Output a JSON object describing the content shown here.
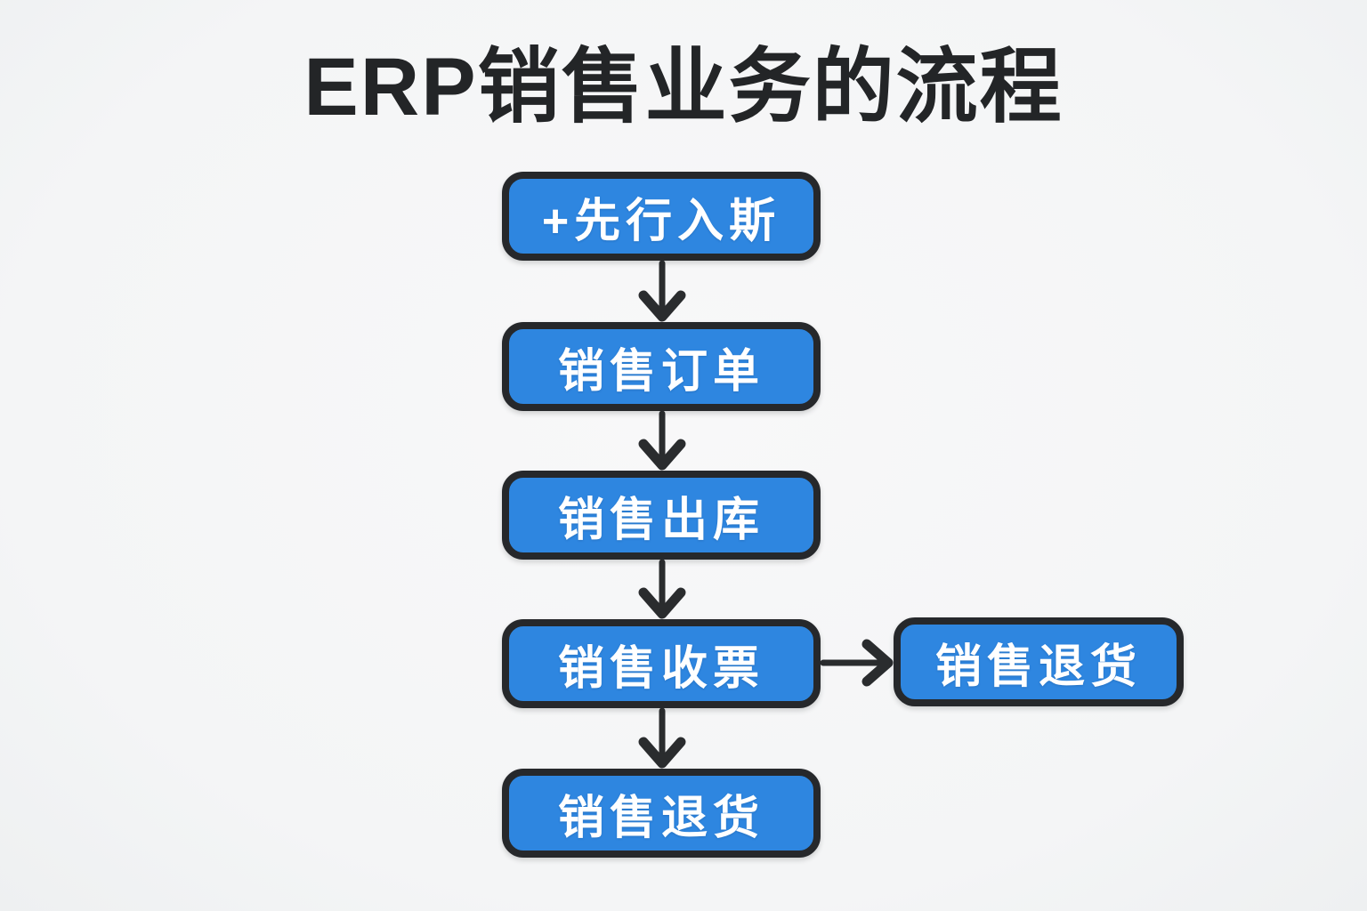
{
  "title": "ERP销售业务的流程",
  "colors": {
    "background": "#f5f6f7",
    "box_fill": "#2e86e0",
    "box_border": "#26282b",
    "box_text": "#ffffff",
    "title_color": "#232527",
    "arrow": "#2a2c2e"
  },
  "flow": {
    "nodes": [
      {
        "id": "advance-entry",
        "label": "+先行入斯"
      },
      {
        "id": "sales-order",
        "label": "销售订单"
      },
      {
        "id": "sales-outbound",
        "label": "销售出库"
      },
      {
        "id": "sales-invoice",
        "label": "销售收票"
      },
      {
        "id": "sales-return",
        "label": "销售退货"
      },
      {
        "id": "sales-return-branch",
        "label": "销售退货"
      }
    ],
    "edges": [
      {
        "from": "advance-entry",
        "to": "sales-order",
        "direction": "down"
      },
      {
        "from": "sales-order",
        "to": "sales-outbound",
        "direction": "down"
      },
      {
        "from": "sales-outbound",
        "to": "sales-invoice",
        "direction": "down"
      },
      {
        "from": "sales-invoice",
        "to": "sales-return",
        "direction": "down"
      },
      {
        "from": "sales-invoice",
        "to": "sales-return-branch",
        "direction": "right"
      }
    ]
  }
}
